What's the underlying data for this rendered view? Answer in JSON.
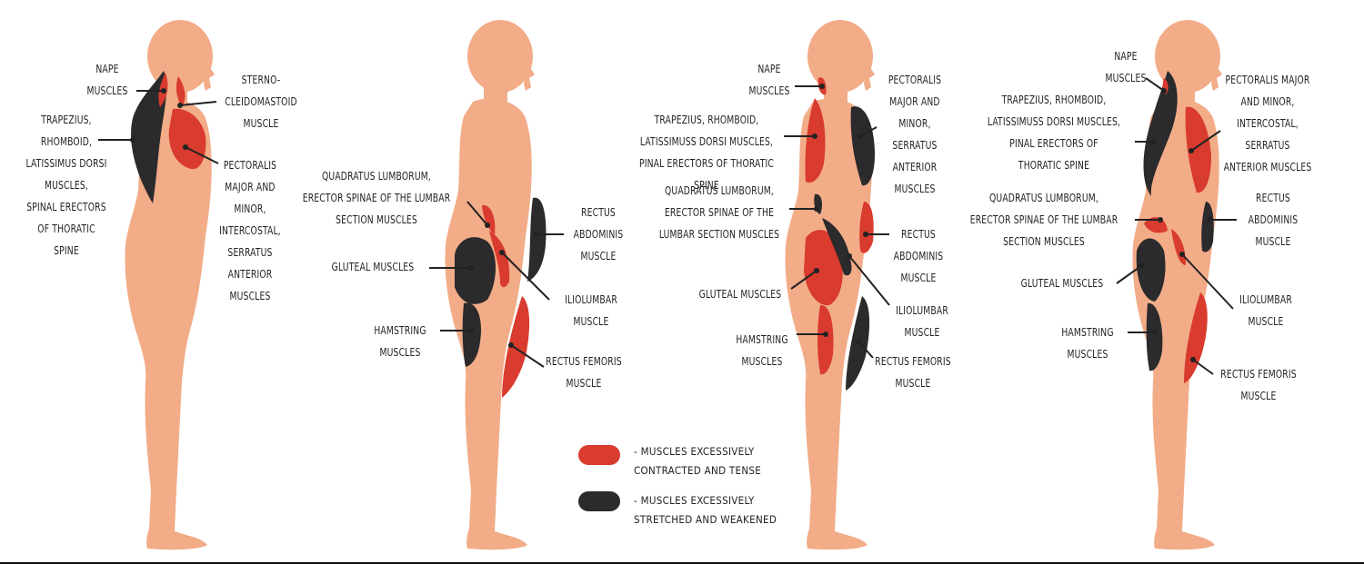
{
  "colors": {
    "skin": "#f2ac88",
    "contracted": "#d93b2e",
    "stretched": "#2b2a2c",
    "line": "#222222"
  },
  "figures": [
    {
      "name": "upper-crossed-syndrome",
      "labels": {
        "nape": "NAPE\nMUSCLES",
        "sterno": "STERNO-\nCLEIDOMASTOID\nMUSCLE",
        "trapezius": "TRAPEZIUS,\nRHOMBOID,\nLATISSIMUS DORSI\nMUSCLES,\nSPINAL ERECTORS\nOF THORATIC\nSPINE",
        "pectoralis": "PECTORALIS\nMAJOR AND\nMINOR,\nINTERCOSTAL,\nSERRATUS\nANTERIOR\nMUSCLES"
      }
    },
    {
      "name": "lower-crossed-syndrome",
      "labels": {
        "quadratus": "QUADRATUS LUMBORUM,\nERECTOR SPINAE OF THE LUMBAR\nSECTION MUSCLES",
        "rectus_abdominis": "RECTUS\nABDOMINIS\nMUSCLE",
        "gluteal": "GLUTEAL MUSCLES",
        "iliolumbar": "ILIOLUMBAR\nMUSCLE",
        "hamstring": "HAMSTRING\nMUSCLES",
        "rectus_femoris": "RECTUS FEMORIS\nMUSCLE"
      }
    },
    {
      "name": "flat-back-posture",
      "labels": {
        "nape": "NAPE\nMUSCLES",
        "pectoralis": "PECTORALIS\nMAJOR AND\nMINOR,\nSERRATUS\nANTERIOR\nMUSCLES",
        "trapezius": "TRAPEZIUS, RHOMBOID,\nLATISSIMUSS DORSI MUSCLES,\nPINAL ERECTORS OF THORATIC SPINE",
        "quadratus": "QUADRATUS LUMBORUM,\nERECTOR SPINAE OF THE\nLUMBAR SECTION MUSCLES",
        "rectus_abdominis": "RECTUS\nABDOMINIS\nMUSCLE",
        "gluteal": "GLUTEAL MUSCLES",
        "iliolumbar": "ILIOLUMBAR\nMUSCLE",
        "hamstring": "HAMSTRING\nMUSCLES",
        "rectus_femoris": "RECTUS FEMORIS\nMUSCLE"
      }
    },
    {
      "name": "sway-back-posture",
      "labels": {
        "nape": "NAPE\nMUSCLES",
        "pectoralis": "PECTORALIS MAJOR\nAND MINOR,\nINTERCOSTAL, SERRATUS\nANTERIOR MUSCLES",
        "trapezius": "TRAPEZIUS, RHOMBOID,\nLATISSIMUSS DORSI MUSCLES,\nPINAL ERECTORS OF\nTHORATIC SPINE",
        "quadratus": "QUADRATUS LUMBORUM,\nERECTOR SPINAE OF THE LUMBAR\nSECTION MUSCLES",
        "rectus_abdominis": "RECTUS\nABDOMINIS\nMUSCLE",
        "gluteal": "GLUTEAL MUSCLES",
        "iliolumbar": "ILIOLUMBAR\nMUSCLE",
        "hamstring": "HAMSTRING\nMUSCLES",
        "rectus_femoris": "RECTUS FEMORIS\nMUSCLE"
      }
    }
  ],
  "legend": {
    "contracted_text": "- MUSCLES EXCESSIVELY\nCONTRACTED AND TENSE",
    "stretched_text": "- MUSCLES EXCESSIVELY\nSTRETCHED AND WEAKENED"
  }
}
